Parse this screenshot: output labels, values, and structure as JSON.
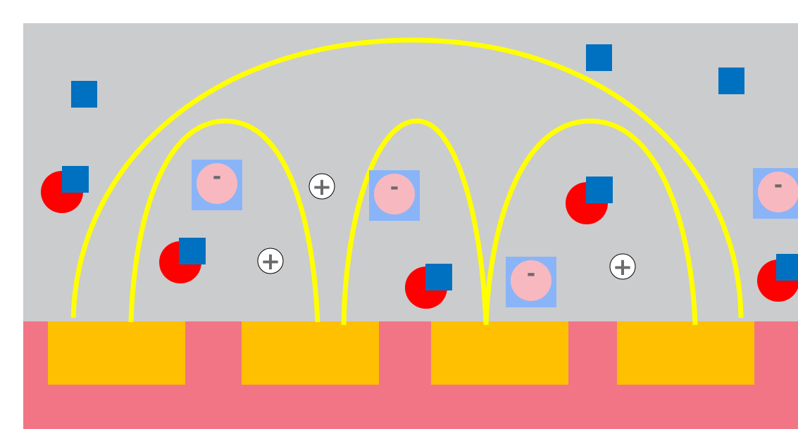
{
  "colors": {
    "background": "#ffffff",
    "medium": "#cbccce",
    "substrate": "#f27585",
    "electrode": "#fec000",
    "field_line": "#ffff00",
    "red_particle": "#ff0000",
    "blue_square": "#0070c0",
    "anion_box": "#8ab4f8",
    "anion_circle": "#f8b8c0",
    "sign": "#6b6b6b",
    "cation_fill": "#ffffff",
    "cation_stroke": "#000000"
  },
  "symbols": {
    "anion_sign": "-",
    "cation_sign": "+"
  },
  "element_counts": {
    "electrodes": 4,
    "field_lines": 4,
    "free_blue_squares": 3,
    "paired_particles": 5,
    "anions": 4,
    "cations": 3
  }
}
